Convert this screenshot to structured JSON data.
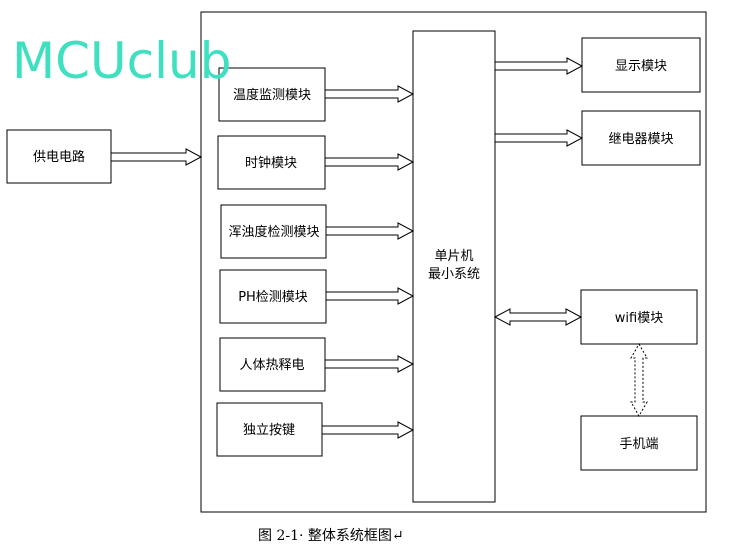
{
  "watermark": "MCUclub",
  "blocks": {
    "power": "供电电路",
    "temperature": "温度监测模块",
    "clock": "时钟模块",
    "turbidity": "浑浊度检测模块",
    "ph": "PH检测模块",
    "human_pir": "人体热释电",
    "keys": "独立按键",
    "mcu_line1": "单片机",
    "mcu_line2": "最小系统",
    "display": "显示模块",
    "relay": "继电器模块",
    "wifi": "wifi模块",
    "phone": "手机端"
  },
  "caption": "图 2-1· 整体系统框图↵",
  "colors": {
    "watermark": "#3fe0c0",
    "line": "#000000",
    "background": "#ffffff"
  }
}
